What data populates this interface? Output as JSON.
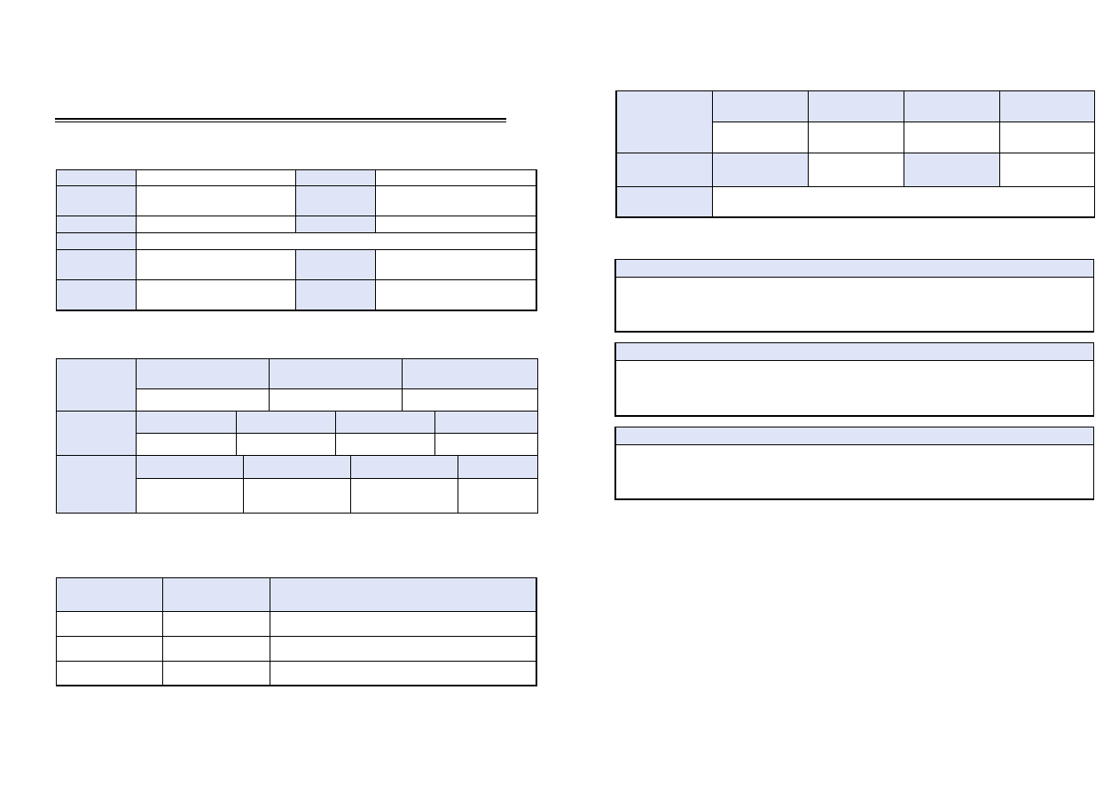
{
  "document": {
    "left_page": {
      "title": "",
      "form_table": {
        "rows": 6
      },
      "grid_table": {
        "groups": 3
      },
      "list_table": {
        "headers": [
          "",
          "",
          ""
        ],
        "rows": [
          [
            "",
            "",
            ""
          ],
          [
            "",
            "",
            ""
          ],
          [
            "",
            "",
            ""
          ]
        ]
      }
    },
    "right_page": {
      "summary_table": {
        "rows": 3
      },
      "panels": [
        {
          "heading": "",
          "content": ""
        },
        {
          "heading": "",
          "content": ""
        },
        {
          "heading": "",
          "content": ""
        }
      ]
    },
    "colors": {
      "header_fill": "#dfe5f7",
      "rule": "#000000"
    }
  }
}
